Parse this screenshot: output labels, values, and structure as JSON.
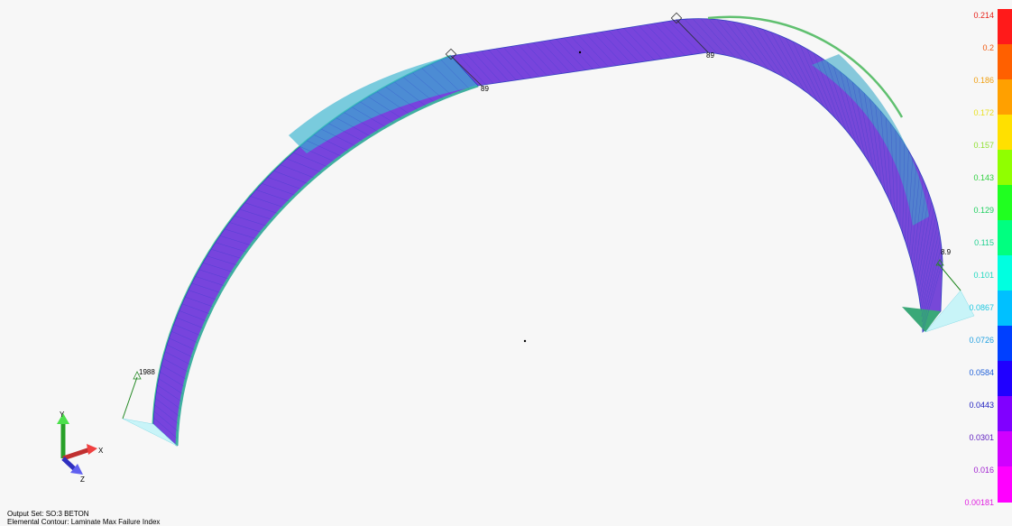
{
  "legend": {
    "labels": [
      "0.214",
      "0.2",
      "0.186",
      "0.172",
      "0.157",
      "0.143",
      "0.129",
      "0.115",
      "0.101",
      "0.0867",
      "0.0726",
      "0.0584",
      "0.0443",
      "0.0301",
      "0.016",
      "0.00181"
    ],
    "label_colors": [
      "#e8241c",
      "#f05a10",
      "#f0a012",
      "#e8e020",
      "#90e030",
      "#30d040",
      "#20d060",
      "#20d090",
      "#20d8c0",
      "#20c8e0",
      "#20a0e0",
      "#2060d8",
      "#2020c0",
      "#6020c0",
      "#a020d0",
      "#e020e0"
    ],
    "bar_colors": [
      "#ff1a1a",
      "#ff6000",
      "#ffa000",
      "#ffe000",
      "#90ff00",
      "#20ff20",
      "#00ff80",
      "#00ffe0",
      "#00c0ff",
      "#0040ff",
      "#2000ff",
      "#8000ff",
      "#d000ff",
      "#ff00ff"
    ]
  },
  "annotations": {
    "left_load": "1988",
    "right_load": "8.9",
    "mid_left_tag": "89",
    "mid_right_tag": "89"
  },
  "triad": {
    "x_label": "X",
    "y_label": "Y",
    "z_label": "Z"
  },
  "footer": {
    "output_set": "Output Set: SO:3 BETON",
    "contour": "Elemental Contour: Laminate Max Failure Index"
  }
}
